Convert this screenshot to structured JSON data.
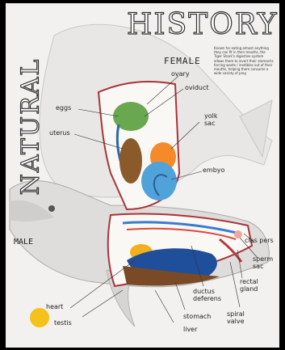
{
  "title_history": "HISTORY",
  "title_natural": "NATURAL",
  "section_female": "FEMALE",
  "section_male": "MALE",
  "caption": "Known for eating almost anything they can fit in their mouths, the Tiger Shark's digestive system allows them to invert their stomachs forcing waste / inedibles out of their mouths, helping them consume a wide variety of prey.",
  "badge_text": "",
  "female_labels": {
    "ovary": "ovary",
    "oviduct": "oviduct",
    "eggs": "eggs",
    "uterus": "uterus",
    "yolk_sac": "yolk sac",
    "embryo": "embyo"
  },
  "male_labels": {
    "heart": "heart",
    "testis": "testis",
    "stomach": "stomach",
    "liver": "liver",
    "ductus_deferens": "ductus deferens",
    "spiral_valve": "spiral valve",
    "rectal_gland": "rectal gland",
    "sperm_sac": "sperm sac",
    "claspers": "clas pers"
  }
}
